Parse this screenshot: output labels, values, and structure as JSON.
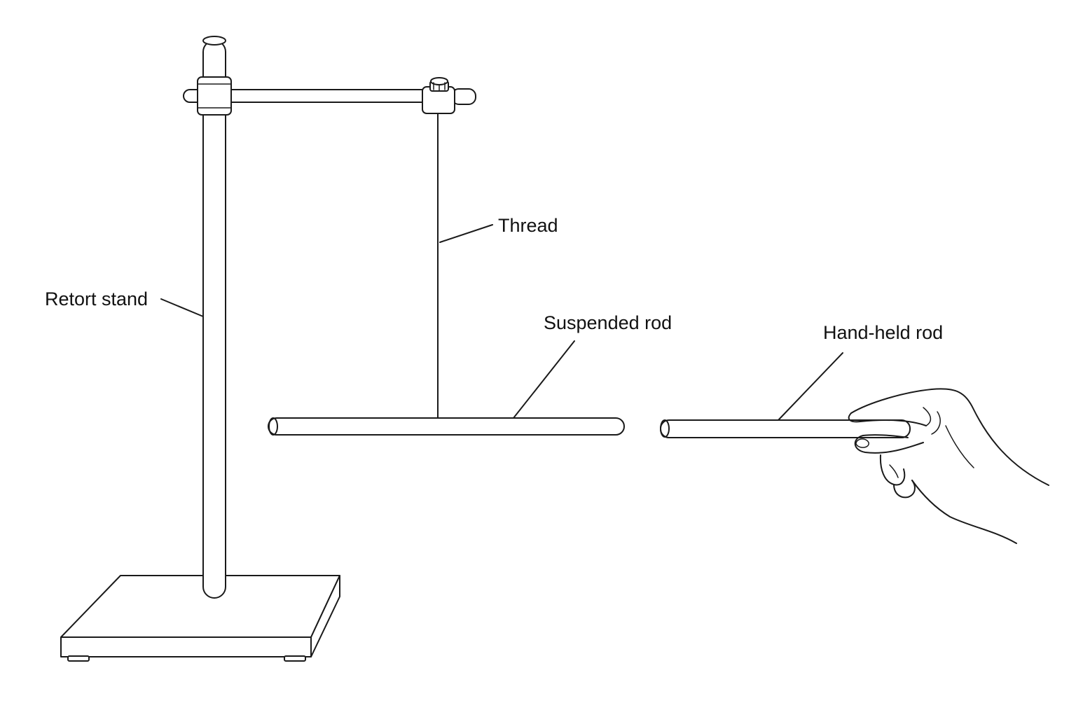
{
  "labels": {
    "retort_stand": "Retort stand",
    "thread": "Thread",
    "suspended_rod": "Suspended rod",
    "hand_held_rod": "Hand-held rod"
  },
  "colors": {
    "ink": "#1a1a1a",
    "background": "#ffffff"
  }
}
